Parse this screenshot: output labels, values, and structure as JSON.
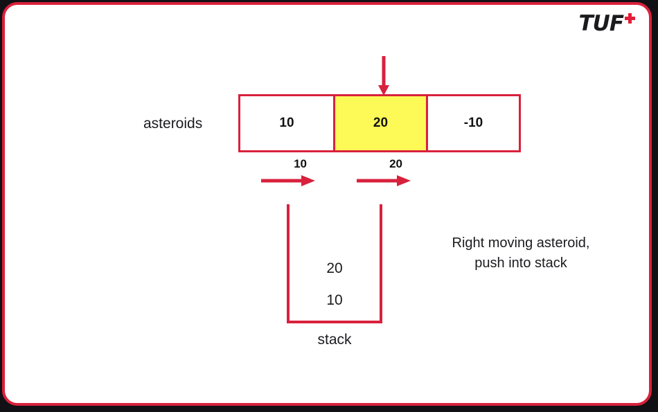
{
  "logo": {
    "text": "TUF",
    "plus_icon": "plus-icon",
    "accent_color": "#e31e38"
  },
  "colors": {
    "border_red": "#d8213c",
    "highlight_yellow": "#fdf957",
    "text_dark": "#1b1b1f",
    "page_background": "#111014",
    "card_background": "#ffffff"
  },
  "asteroids": {
    "label": "asteroids",
    "cells": [
      {
        "value": "10",
        "highlighted": false
      },
      {
        "value": "20",
        "highlighted": true
      },
      {
        "value": "-10",
        "highlighted": false
      }
    ],
    "pointer_icon": "down-arrow-icon",
    "pointer_target_index": 1
  },
  "direction_arrows": [
    {
      "label": "10",
      "direction": "right",
      "icon": "right-arrow-icon"
    },
    {
      "label": "20",
      "direction": "right",
      "icon": "right-arrow-icon"
    }
  ],
  "stack": {
    "label": "stack",
    "items": [
      "20",
      "10"
    ]
  },
  "note": {
    "line1": "Right moving asteroid,",
    "line2": "push into stack"
  }
}
